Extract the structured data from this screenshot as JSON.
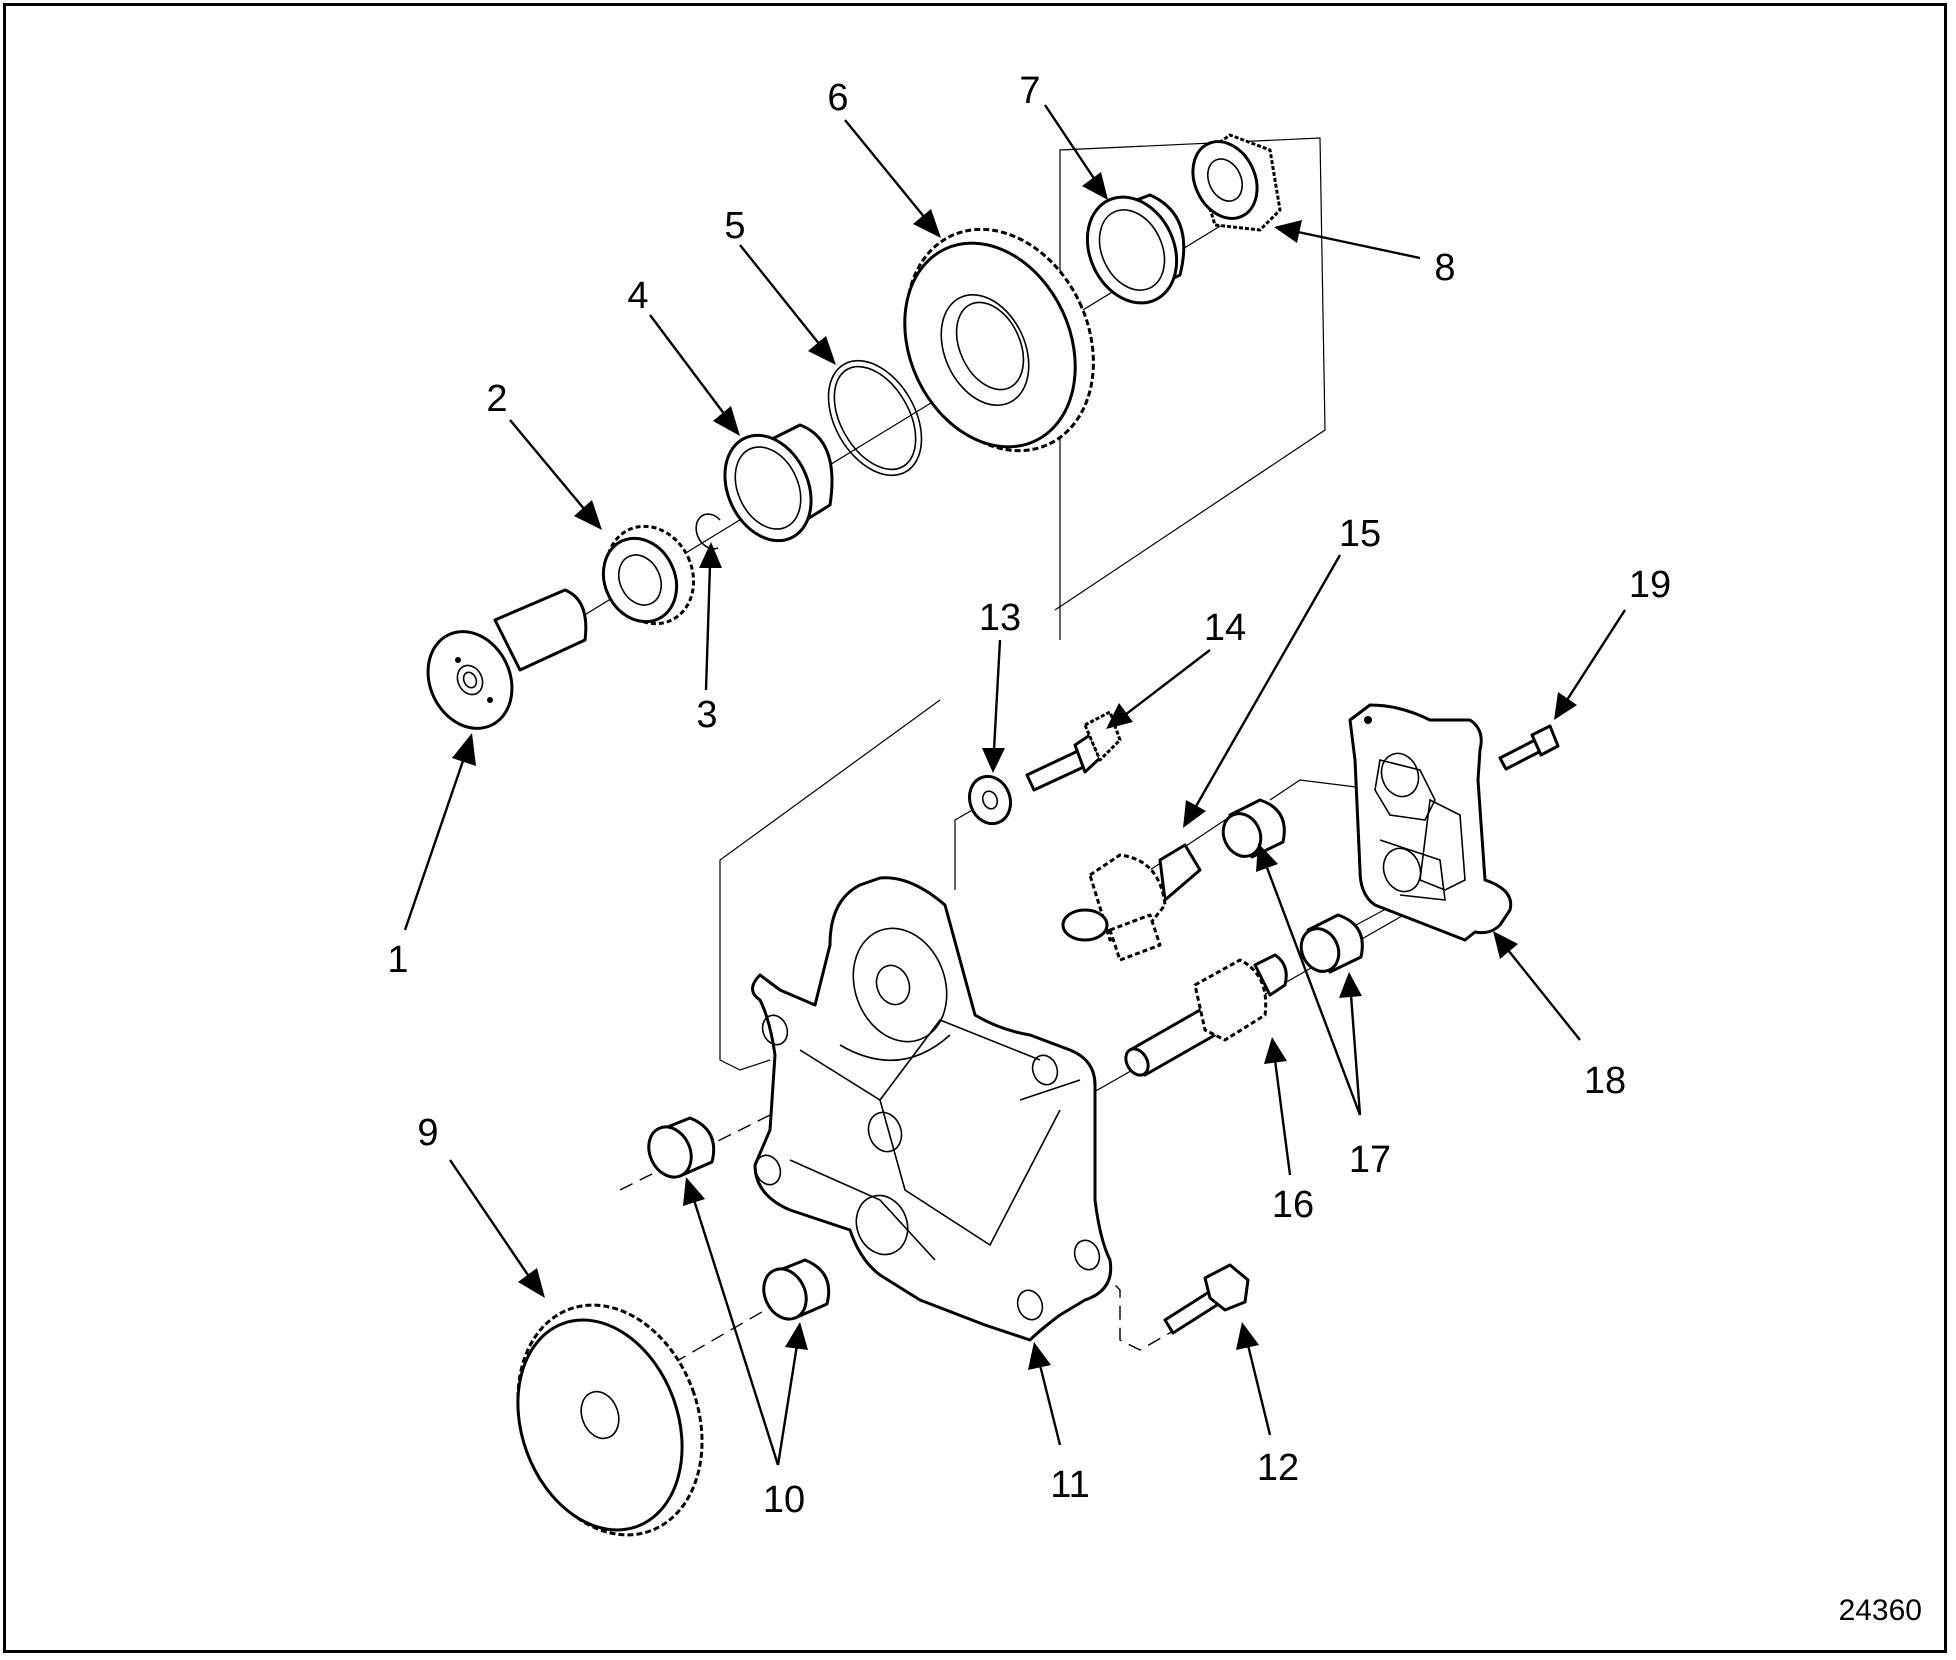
{
  "figure_number": "24360",
  "callouts": [
    "1",
    "2",
    "3",
    "4",
    "5",
    "6",
    "7",
    "8",
    "9",
    "10",
    "11",
    "12",
    "13",
    "14",
    "15",
    "16",
    "17",
    "18",
    "19"
  ]
}
